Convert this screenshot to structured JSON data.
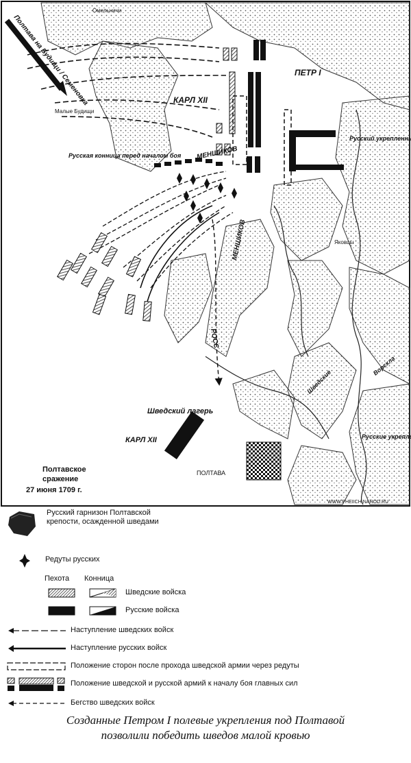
{
  "map": {
    "labels": {
      "road": "Полтава на Будищи / Семеновка",
      "omelnichi": "Омельничи",
      "malye_budishchi": "Малые Будищи",
      "peter": "ПЕТР I",
      "karl_north": "КАРЛ XII",
      "russian_camp": "Русский укрепленный лагерь",
      "rus_cavalry": "Русская конница перед началом боя",
      "menshikov_1": "МЕНШИКОВ",
      "menshikov_2": "МЕНШИКОВ",
      "ross": "РОСС",
      "yakovtsy": "Яковцы",
      "swedish_camp": "Шведский лагерь",
      "karl_south": "КАРЛ XII",
      "poltava": "ПОЛТАВА",
      "vorskla": "Ворскла",
      "swedish_south": "Шведские",
      "rus_fort_south": "Русские укрепления",
      "battle_title_1": "Полтавское",
      "battle_title_2": "сражение",
      "battle_date": "27 июня 1709 г.",
      "watermark": "WWW.PHEIICH.NAROD.RU"
    }
  },
  "legend": {
    "garrison": "Русский гарнизон Полтавской крепости, осажденной шведами",
    "redoubts": "Редуты русских",
    "infantry": "Пехота",
    "cavalry": "Конница",
    "swedish_troops": "Шведские войска",
    "russian_troops": "Русские войска",
    "swedish_advance": "Наступление шведских войск",
    "russian_advance": "Наступление русских войск",
    "position_after": "Положение сторон после прохода шведской армии через редуты",
    "position_main": "Положение шведской и русской армий к началу боя главных сил",
    "swedish_flight": "Бегство шведских войск"
  },
  "caption": {
    "line1": "Созданные Петром I полевые укрепления под Полтавой",
    "line2": "позволили победить шведов малой кровью"
  },
  "colors": {
    "ink": "#111111",
    "forest_stipple": "#8a8a8a",
    "paper": "#ffffff"
  }
}
